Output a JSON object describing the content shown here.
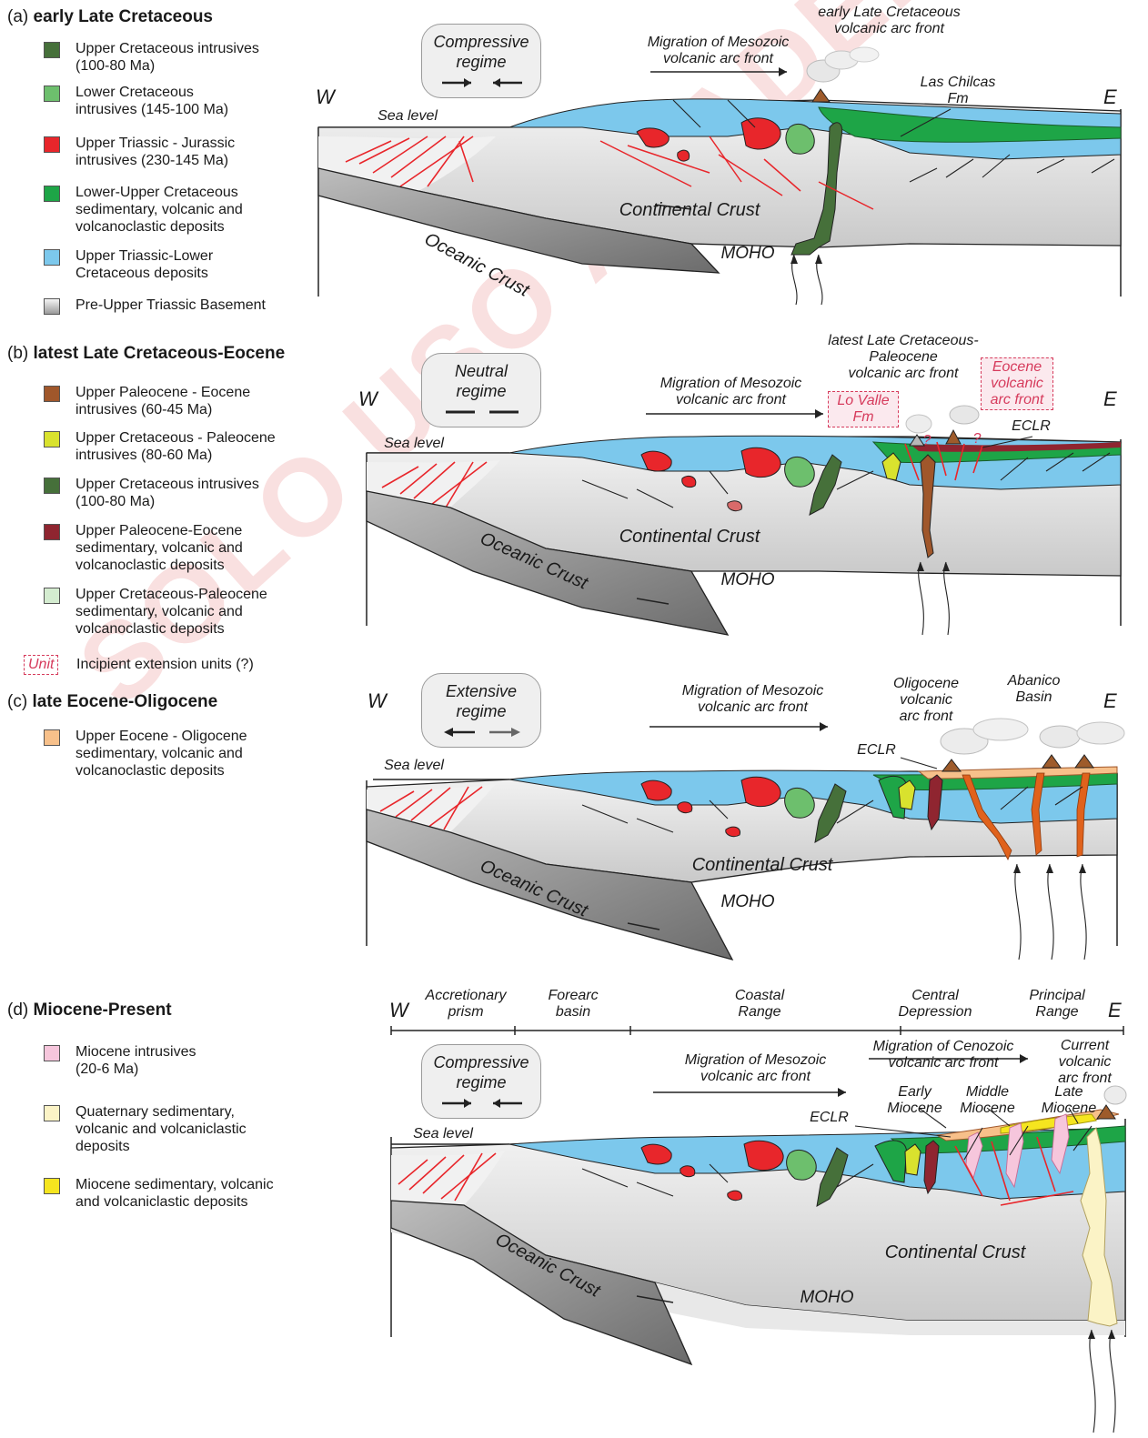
{
  "panels": [
    {
      "letter": "(a)",
      "title": "early Late Cretaceous",
      "legend": [
        {
          "color": "#46703a",
          "text": "Upper Cretaceous intrusives\n(100-80 Ma)"
        },
        {
          "color": "#6dbf6d",
          "text": "Lower Cretaceous\nintrusives (145-100 Ma)"
        },
        {
          "color": "#e8262b",
          "text": "Upper Triassic - Jurassic\nintrusives (230-145 Ma)"
        },
        {
          "color": "#1ea547",
          "text": "Lower-Upper Cretaceous\nsedimentary, volcanic and\nvolcanoclastic deposits"
        },
        {
          "color": "#7cc8ec",
          "text": "Upper Triassic-Lower\nCretaceous deposits"
        },
        {
          "color": "#d7d7d7",
          "text": "Pre-Upper Triassic Basement"
        }
      ],
      "regime": "Compressive\nregime",
      "west": "W",
      "east": "E",
      "sea_level": "Sea level",
      "migration": "Migration of Mesozoic\nvolcanic arc front",
      "arc": "early Late Cretaceous\nvolcanic arc front",
      "fm": "Las Chilcas\nFm",
      "crust": "Continental Crust",
      "oceanic": "Oceanic Crust",
      "moho": "MOHO"
    },
    {
      "letter": "(b)",
      "title": "latest Late Cretaceous-Eocene",
      "legend": [
        {
          "color": "#a0572b",
          "text": "Upper Paleocene - Eocene\nintrusives (60-45 Ma)"
        },
        {
          "color": "#d9e22e",
          "text": "Upper Cretaceous - Paleocene\nintrusives (80-60 Ma)"
        },
        {
          "color": "#46703a",
          "text": "Upper Cretaceous intrusives\n(100-80 Ma)"
        },
        {
          "color": "#8f2530",
          "text": "Upper Paleocene-Eocene\nsedimentary, volcanic and\nvolcanoclastic deposits"
        },
        {
          "color": "#d4ecd0",
          "text": "Upper Cretaceous-Paleocene\nsedimentary, volcanic and\nvolcanoclastic deposits"
        }
      ],
      "unit_box": "Unit",
      "unit_text": "Incipient extension units (?)",
      "regime": "Neutral\nregime",
      "west": "W",
      "east": "E",
      "sea_level": "Sea level",
      "migration": "Migration of Mesozoic\nvolcanic arc front",
      "arc": "latest Late Cretaceous-\nPaleocene\nvolcanic arc front",
      "lovalle": "Lo Valle\nFm",
      "eocene": "Eocene\nvolcanic\narc front",
      "eclr": "ECLR",
      "q": "?",
      "crust": "Continental Crust",
      "oceanic": "Oceanic Crust",
      "moho": "MOHO"
    },
    {
      "letter": "(c)",
      "title": "late Eocene-Oligocene",
      "legend": [
        {
          "color": "#f7c08a",
          "text": "Upper Eocene - Oligocene\nsedimentary, volcanic and\nvolcanoclastic deposits"
        }
      ],
      "regime": "Extensive\nregime",
      "west": "W",
      "east": "E",
      "sea_level": "Sea level",
      "migration": "Migration of Mesozoic\nvolcanic arc front",
      "arc": "Oligocene\nvolcanic\narc front",
      "basin": "Abanico\nBasin",
      "eclr": "ECLR",
      "crust": "Continental Crust",
      "oceanic": "Oceanic Crust",
      "moho": "MOHO"
    },
    {
      "letter": "(d)",
      "title": "Miocene-Present",
      "legend": [
        {
          "color": "#f6c6dc",
          "text": "Miocene intrusives\n(20-6 Ma)"
        },
        {
          "color": "#fbf3c6",
          "text": "Quaternary sedimentary,\nvolcanic and volcaniclastic\ndeposits"
        },
        {
          "color": "#f5e51f",
          "text": "Miocene sedimentary, volcanic\nand volcaniclastic deposits"
        }
      ],
      "regime": "Compressive\nregime",
      "west": "W",
      "east": "E",
      "sea_level": "Sea level",
      "morpho": [
        "Accretionary\nprism",
        "Forearc\nbasin",
        "Coastal\nRange",
        "Central\nDepression",
        "Principal\nRange"
      ],
      "migration": "Migration of Mesozoic\nvolcanic arc front",
      "cenozoic": "Migration of Cenozoic\nvolcanic arc front",
      "current": "Current\nvolcanic\narc front",
      "early": "Early\nMiocene",
      "middle": "Middle\nMiocene",
      "late": "Late\nMiocene",
      "eclr": "ECLR",
      "crust": "Continental Crust",
      "oceanic": "Oceanic Crust",
      "moho": "MOHO"
    }
  ],
  "watermark": "SOLO USO ACADÉMICO",
  "colors": {
    "sea": "#7cc8ec",
    "basement": "#d7d7d7",
    "oceanic": "#8a8a8a",
    "faults": "#e8262b"
  }
}
